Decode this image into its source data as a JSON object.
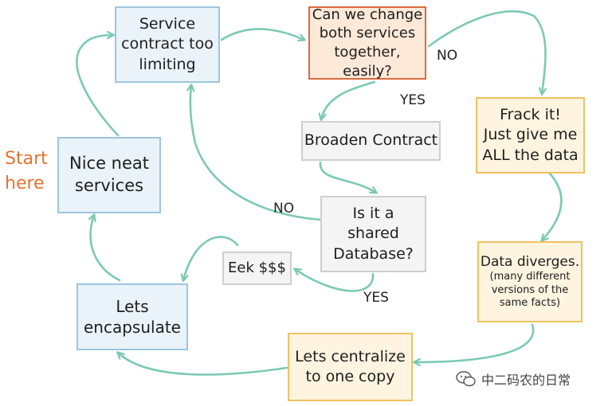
{
  "start_label": [
    "Start",
    "here"
  ],
  "nodes": {
    "service_contract": [
      "Service",
      "contract too",
      "limiting"
    ],
    "change_together": [
      "Can we change",
      "both services",
      "together, easily?"
    ],
    "frack_it": [
      "Frack it!",
      "Just give me",
      "ALL the data"
    ],
    "broaden_contract": [
      "Broaden Contract"
    ],
    "shared_database": [
      "Is it a",
      "shared",
      "Database?"
    ],
    "nice_neat": [
      "Nice neat",
      "services"
    ],
    "eek": [
      "Eek $$$"
    ],
    "encapsulate": [
      "Lets",
      "encapsulate"
    ],
    "data_diverges": [
      "Data diverges.",
      "(many different",
      "versions of the",
      "same facts)"
    ],
    "centralize": [
      "Lets centralize",
      "to one copy"
    ]
  },
  "edge_labels": {
    "no_change": "NO",
    "yes_change": "YES",
    "no_shared": "NO",
    "yes_shared": "YES"
  },
  "watermark": "中二码农的日常",
  "colors": {
    "arrow": "#7cc9b6",
    "start": "#e8732f",
    "blue_fill": "#eaf3fa",
    "blue_border": "#9ec5de",
    "orange_fill": "#fde9d8",
    "orange_border": "#d96a3e",
    "yellow_fill": "#fff4e0",
    "yellow_border": "#f0c160",
    "gray_fill": "#f4f4f4",
    "gray_border": "#cfcfcf"
  }
}
